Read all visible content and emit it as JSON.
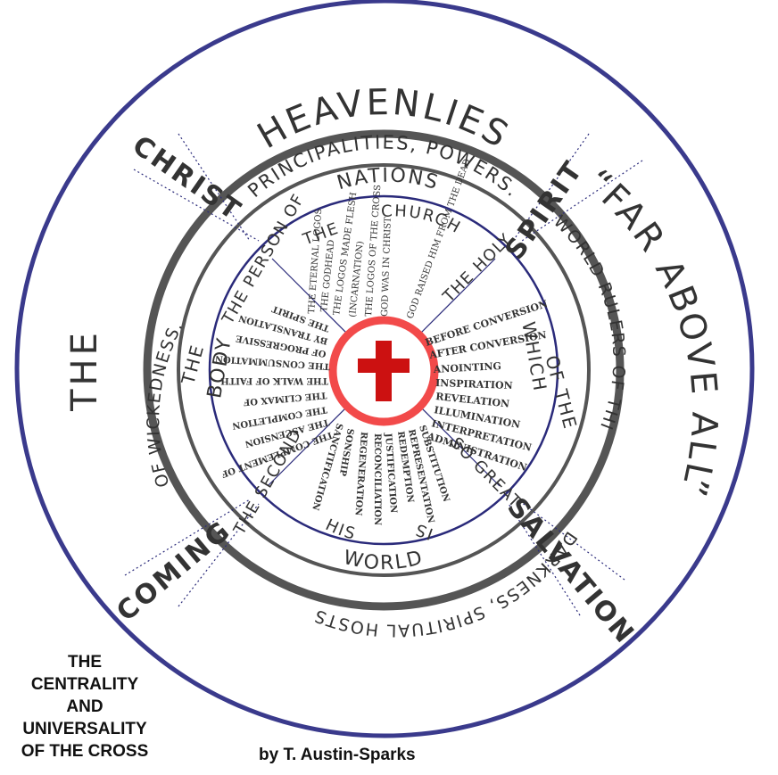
{
  "outer_ring": {
    "top": "HEAVENLIES",
    "left": "THE",
    "right": "“FAR ABOVE ALL”"
  },
  "second_ring": {
    "top": "PRINCIPALITIES, POWERS.",
    "right": "WORLD RULERS OF THIS",
    "bottom": "DARKNESS, SPIRITUAL HOSTS",
    "left": "OF WICKEDNESS."
  },
  "third_ring": {
    "top": "NATIONS",
    "bottom": "WORLD"
  },
  "inner_ring": {
    "top": "CHURCH",
    "left": "BODY",
    "bottom": "HIS",
    "right": "WHICH"
  },
  "dividers": {
    "upper_left": "CHRIST",
    "upper_right": "SPIRIT",
    "lower_left": "COMING",
    "lower_right": "SALVATION",
    "ul_inner": "THE PERSON OF",
    "ur_inner": "THE HOLY",
    "ll_inner": "THE SECOND",
    "lr_inner": "SO GREAT"
  },
  "extra_words": {
    "the_left": "THE",
    "of_the": "OF THE",
    "is": "IS",
    "the_top": "THE"
  },
  "spokes": {
    "upper": [
      "THE ETERNAL LOGOS",
      "THE GODHEAD",
      "THE LOGOS MADE FLESH",
      "(INCARNATION)",
      "THE LOGOS OF THE CROSS",
      "GOD WAS IN CHRIST",
      "GOD RAISED HIM FROM THE DEAD"
    ],
    "right": [
      "BEFORE CONVERSION",
      "AFTER CONVERSION",
      "ANOINTING",
      "INSPIRATION",
      "REVELATION",
      "ILLUMINATION",
      "INTERPRETATION",
      "ADMINISTRATION"
    ],
    "lower": [
      "SUBSTITUTION",
      "REPRESENTATION",
      "REDEMPTION",
      "JUSTIFICATION",
      "RECONCILIATION",
      "REGENERATION",
      "SONSHIP",
      "SANCTIFICATION"
    ],
    "left": [
      "THE SPIRIT",
      "BY TRANSLATION",
      "OF PROGRESSIVE",
      "THE CONSUMMATION",
      "THE WALK OF FAITH",
      "THE CLIMAX OF",
      "THE COMPLETION",
      "THE ASCENSION",
      "THE COMPLEMENT OF"
    ]
  },
  "colors": {
    "outer_border": "#3a3a8c",
    "ring_gray": "#555555",
    "inner_border": "#2a2a7a",
    "cross_circle": "#f24a4a",
    "cross": "#cc1111",
    "text": "#333333"
  },
  "caption": [
    "THE",
    "CENTRALITY",
    "AND",
    "UNIVERSALITY",
    "OF THE CROSS"
  ],
  "author": "by T. Austin-Sparks"
}
